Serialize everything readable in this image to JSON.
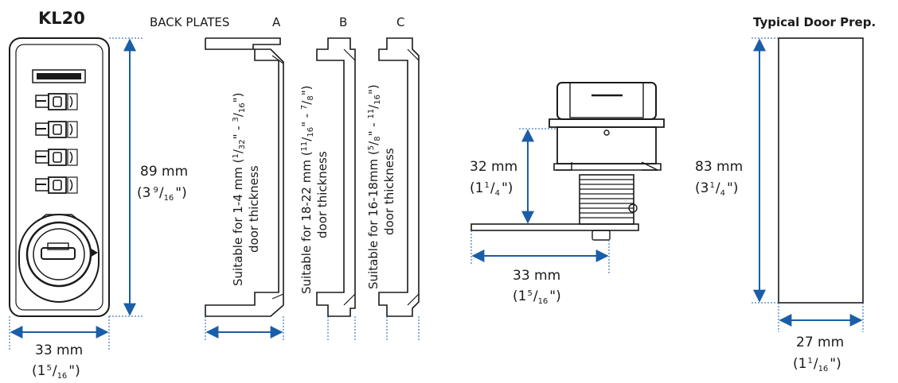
{
  "title": "KL20",
  "back_plates": {
    "heading": "BACK PLATES",
    "labels": [
      "A",
      "B",
      "C"
    ],
    "texts": [
      {
        "line1": "Suitable for 1-4 mm (",
        "n1": "1",
        "d1": "32",
        "mid": "\" - ",
        "n2": "3",
        "d2": "16",
        "end": "\")",
        "line2": "door thickness"
      },
      {
        "line1": "Suitable for 18-22 mm (",
        "n1": "11",
        "d1": "16",
        "mid": "\" - ",
        "n2": "7",
        "d2": "8",
        "end": "\")",
        "line2": "door thickness"
      },
      {
        "line1": "Suitable for 16-18mm (",
        "n1": "5",
        "d1": "8",
        "mid": "\" - ",
        "n2": "11",
        "d2": "16",
        "end": "\")",
        "line2": "door thickness"
      }
    ]
  },
  "door_prep": {
    "heading": "Typical Door Prep."
  },
  "dims": {
    "lock_height": {
      "mm": "89 mm",
      "whole": "(3",
      "num": "9",
      "den": "16",
      "close": "\")"
    },
    "lock_width": {
      "mm": "33 mm",
      "whole": "(1",
      "num": "5",
      "den": "16",
      "close": "\")"
    },
    "side_height": {
      "mm": "32 mm",
      "whole": "(1",
      "num": "1",
      "den": "4",
      "close": "\")"
    },
    "side_width": {
      "mm": "33 mm",
      "whole": "(1",
      "num": "5",
      "den": "16",
      "close": "\")"
    },
    "door_height": {
      "mm": "83 mm",
      "whole": "(3",
      "num": "1",
      "den": "4",
      "close": "\")"
    },
    "door_width": {
      "mm": "27 mm",
      "whole": "(1",
      "num": "1",
      "den": "16",
      "close": "\")"
    }
  },
  "colors": {
    "dimension": "#1a5ea8",
    "line": "#1a1a1a"
  }
}
